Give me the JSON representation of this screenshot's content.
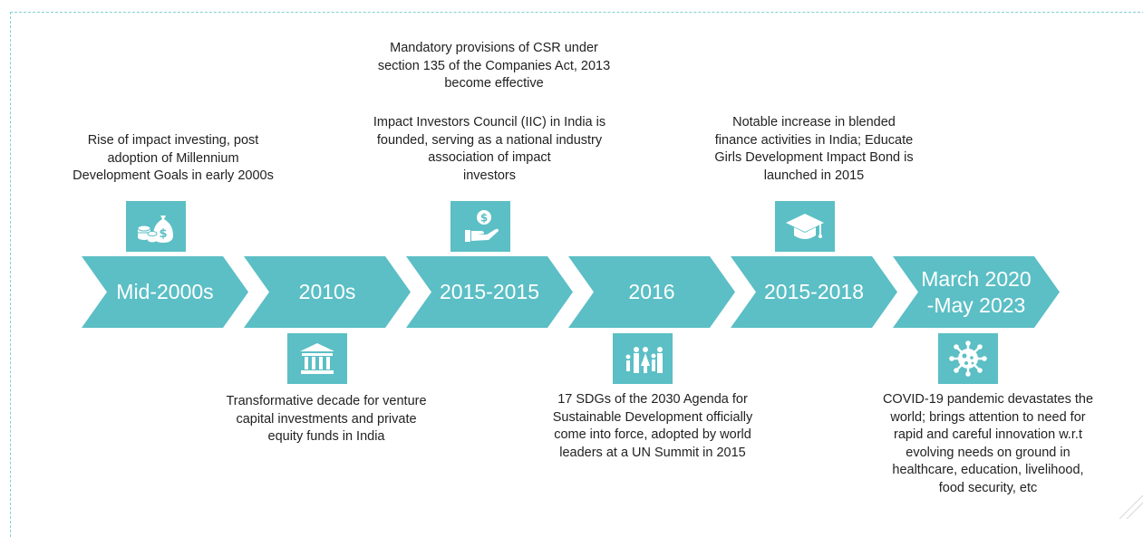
{
  "colors": {
    "chevron": "#5bbfc5",
    "icon_box": "#5bbfc5",
    "border": "#7fcfd3",
    "text": "#222222"
  },
  "milestones": [
    {
      "label": "Mid-2000s",
      "icon": "money-bag-icon",
      "text": "Rise of impact investing, post\nadoption of Millennium\nDevelopment Goals in early 2000s"
    },
    {
      "label": "2010s",
      "icon": "bank-building-icon",
      "text": "Transformative decade for venture\ncapital investments and private\nequity funds in India"
    },
    {
      "label": "2015-2015",
      "icon": "hand-coin-icon",
      "text_top": "Mandatory provisions of CSR under\nsection 135 of the Companies Act, 2013\nbecome effective",
      "text": "Impact Investors Council (IIC) in India is\nfounded, serving as a national industry\nassociation of impact\ninvestors"
    },
    {
      "label": "2016",
      "icon": "family-icon",
      "text": "17 SDGs of the 2030 Agenda for\nSustainable Development officially\ncome into force, adopted by world\nleaders at a UN Summit in 2015"
    },
    {
      "label": "2015-2018",
      "icon": "graduation-cap-icon",
      "text": "Notable increase in blended\nfinance activities in India; Educate\nGirls Development Impact Bond is\nlaunched in 2015"
    },
    {
      "label": "March 2020\n-May 2023",
      "icon": "virus-icon",
      "text": "COVID-19 pandemic devastates the\nworld; brings attention to need for\nrapid and careful innovation w.r.t\nevolving needs on ground in\nhealthcare, education, livelihood,\nfood security, etc"
    }
  ]
}
